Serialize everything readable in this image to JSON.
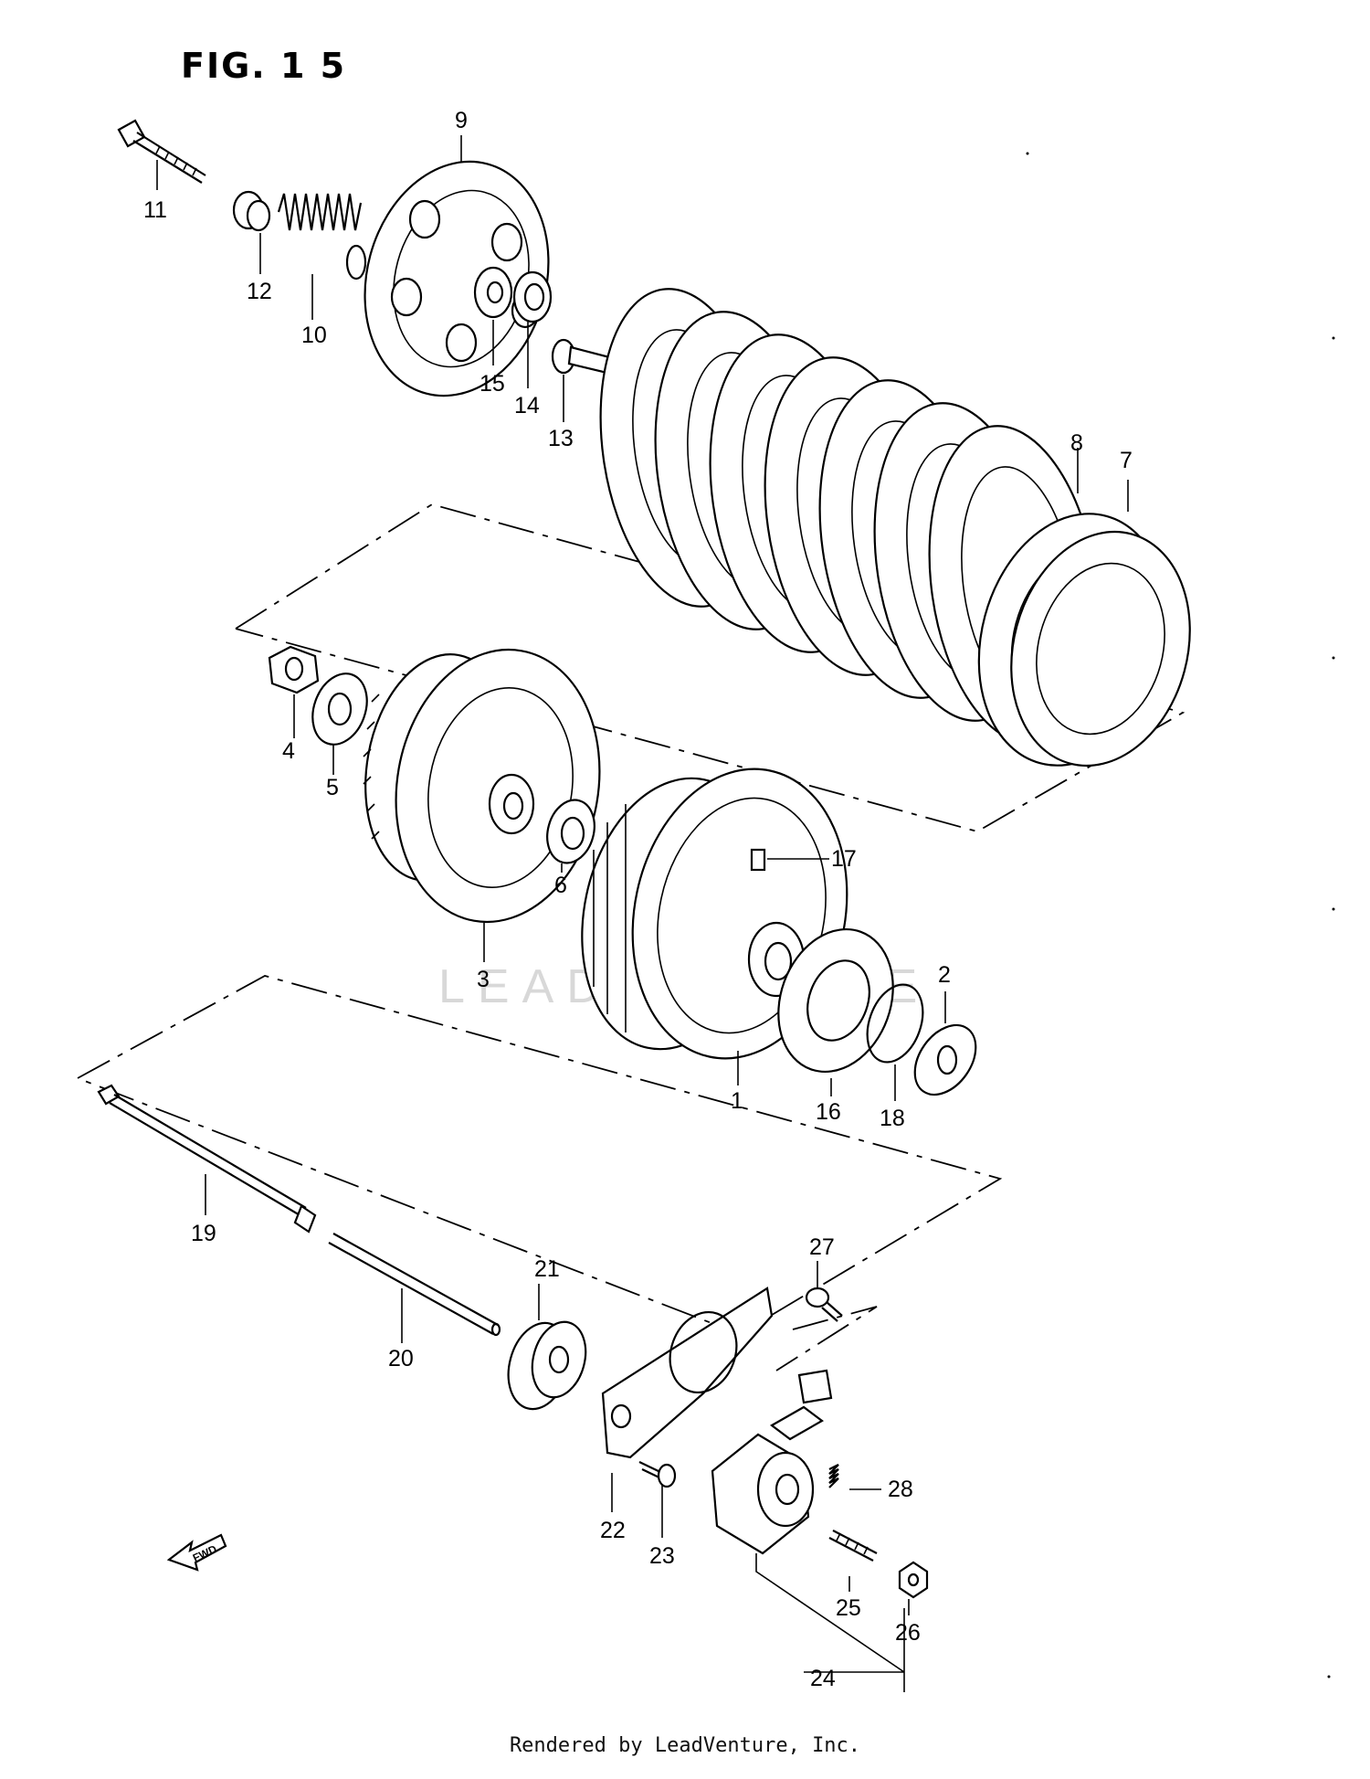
{
  "figure": {
    "title": "FIG. 1 5"
  },
  "watermark": "LEADVENTURE",
  "footer": "Rendered by LeadVenture, Inc.",
  "fwd_label": "FWD",
  "callouts": [
    "1",
    "2",
    "3",
    "4",
    "5",
    "6",
    "7",
    "8",
    "9",
    "10",
    "11",
    "12",
    "13",
    "14",
    "15",
    "16",
    "17",
    "18",
    "19",
    "20",
    "21",
    "22",
    "23",
    "24",
    "25",
    "26",
    "27",
    "28"
  ],
  "colors": {
    "line": "#000000",
    "background": "#ffffff",
    "watermark": "#d8d8d8"
  }
}
